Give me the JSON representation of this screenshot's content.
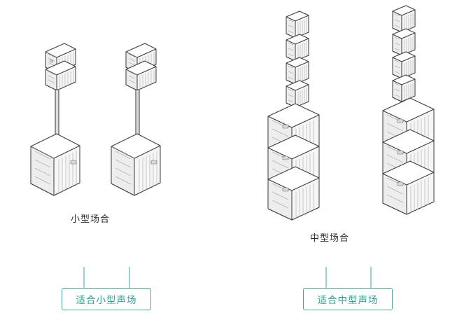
{
  "diagram": {
    "title_small": "小型场合",
    "title_medium": "中型场合",
    "callout_small": "适合小型声场",
    "callout_medium": "适合中型声场",
    "accent_color": "#2f9d94",
    "line_color": "#4aa8a0",
    "outline_color": "#3a3a3a",
    "fill_color": "#ffffff",
    "shade_color": "#e8e8e8"
  }
}
